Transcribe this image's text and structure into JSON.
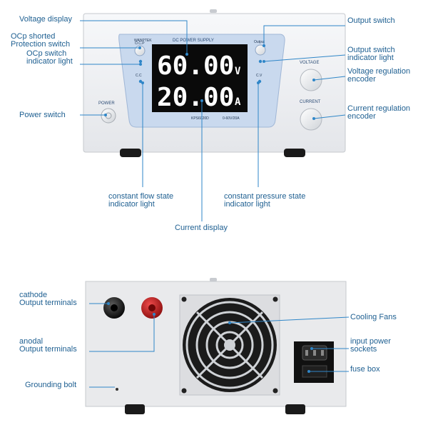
{
  "front": {
    "brand": "WANPTEK",
    "panel_title": "DC POWER SUPPLY",
    "model": "KPS6020D",
    "range": "0-60V/20A",
    "voltage_reading": "60.00",
    "voltage_unit": "V",
    "current_reading": "20.00",
    "current_unit": "A",
    "ocp_label": "O.C.P",
    "output_label": "Output",
    "cc_label": "C.C",
    "cv_label": "C.V",
    "voltage_knob_label": "VOLTAGE",
    "current_knob_label": "CURRENT",
    "power_label": "POWER"
  },
  "callouts_front": {
    "voltage_display": "Voltage display",
    "ocp_switch_line1": "OCp shorted",
    "ocp_switch_line2": "Protection switch",
    "ocp_light_line1": "OCp switch",
    "ocp_light_line2": "indicator light",
    "power_switch": "Power switch",
    "output_switch": "Output switch",
    "output_light_line1": "Output switch",
    "output_light_line2": "indicator light",
    "voltage_encoder_line1": "Voltage regulation",
    "voltage_encoder_line2": "encoder",
    "current_encoder_line1": "Current regulation",
    "current_encoder_line2": "encoder",
    "cc_light_line1": "constant flow state",
    "cc_light_line2": "indicator light",
    "cv_light_line1": "constant pressure state",
    "cv_light_line2": "indicator light",
    "current_display": "Current display"
  },
  "callouts_back": {
    "cathode_line1": "cathode",
    "cathode_line2": "Output terminals",
    "anode_line1": "anodal",
    "anode_line2": "Output terminals",
    "grounding_bolt": "Grounding bolt",
    "cooling_fans": "Cooling Fans",
    "input_socket_line1": "input power",
    "input_socket_line2": "sockets",
    "fuse_box": "fuse box"
  },
  "colors": {
    "callout": "#1e5f91",
    "line": "#2f86c8",
    "panel": "#c9d9ee",
    "lcd": "#0a0a0a",
    "body": "#f1f2f4",
    "red_terminal": "#c41a1a"
  }
}
